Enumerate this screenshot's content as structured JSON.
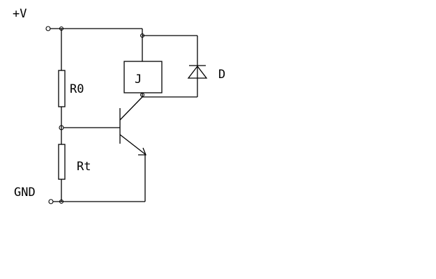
{
  "labels": {
    "supply": "+V",
    "ground": "GND",
    "resistor_top": "R0",
    "resistor_bottom": "Rt",
    "relay": "J",
    "diode": "D"
  },
  "colors": {
    "background": "#ffffff",
    "ink": "#000000"
  }
}
